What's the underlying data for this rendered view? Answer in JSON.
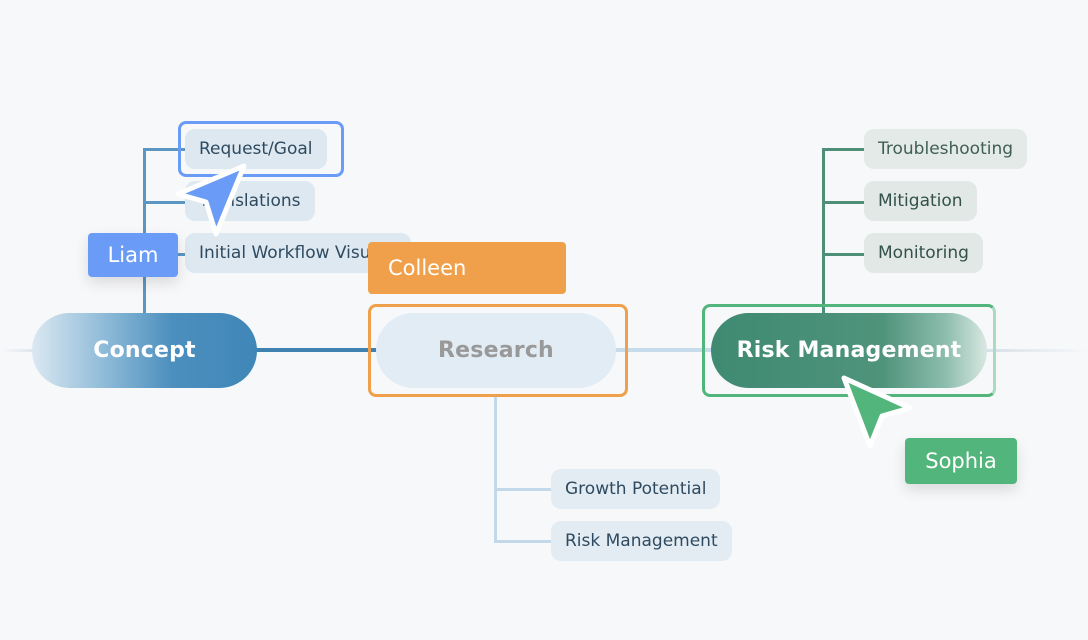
{
  "nodes": {
    "concept": "Concept",
    "research": "Research",
    "risk_management": "Risk Management"
  },
  "concept_children": [
    "Request/Goal",
    "Translations",
    "Initial Workflow Visualization"
  ],
  "research_children": [
    "Growth Potential",
    "Risk Management"
  ],
  "risk_children": [
    "Troubleshooting",
    "Mitigation",
    "Monitoring"
  ],
  "users": {
    "liam": "Liam",
    "colleen": "Colleen",
    "sophia": "Sophia"
  },
  "colors": {
    "background": "#f7f8fa",
    "concept_accent": "#3f87b8",
    "research_selection": "#f0a04b",
    "risk_accent": "#4a8c76",
    "liam": "#6a9cf7",
    "colleen": "#f0a04b",
    "sophia": "#52b57c"
  },
  "icons": [
    "liam-cursor-icon",
    "sophia-cursor-icon"
  ]
}
